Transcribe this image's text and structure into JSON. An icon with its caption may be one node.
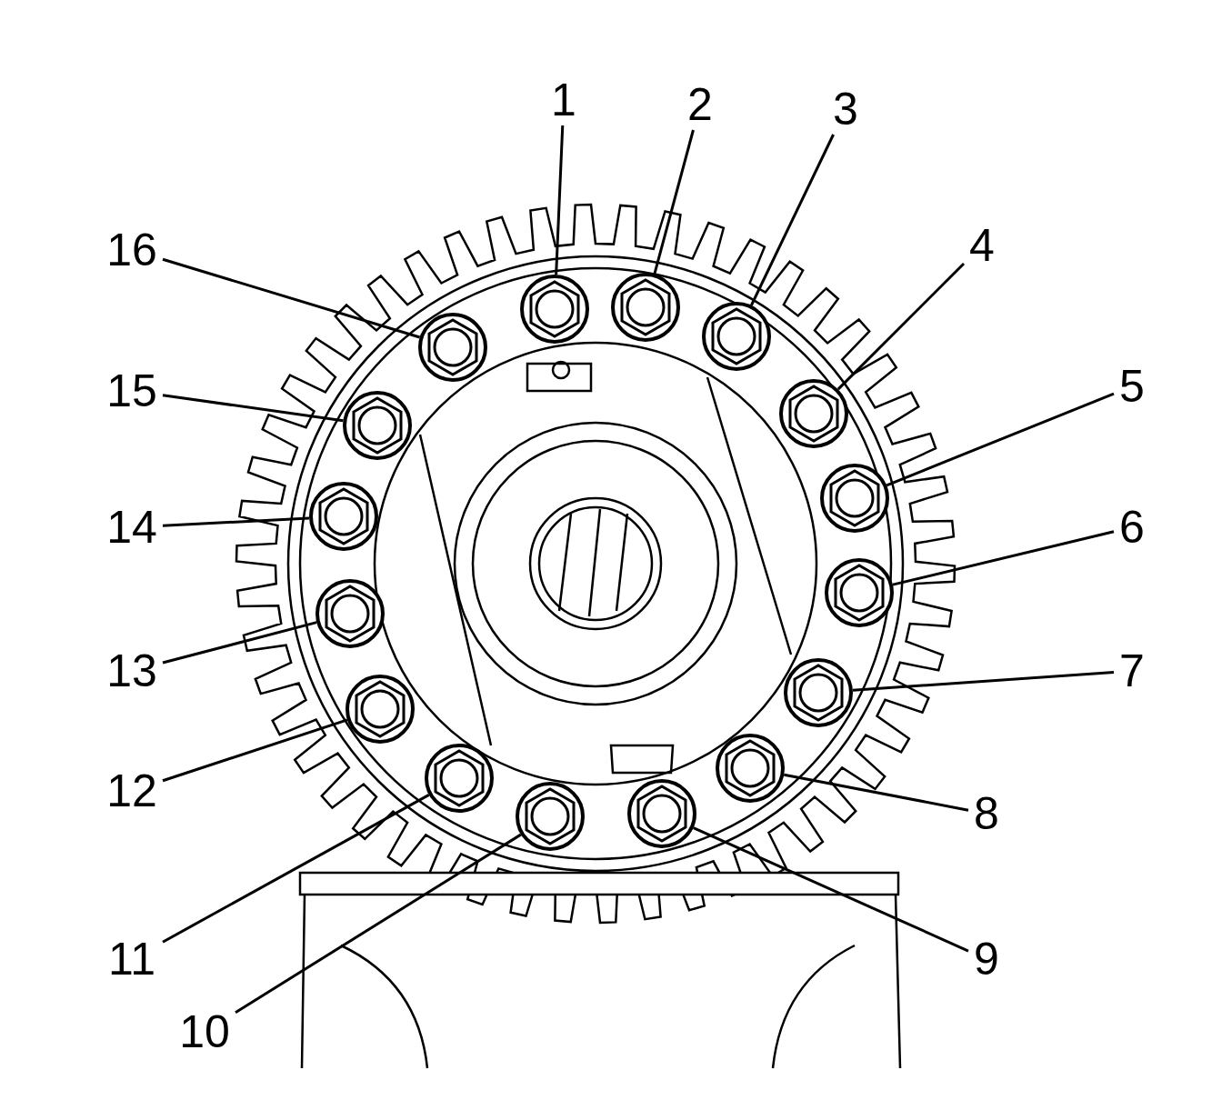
{
  "diagram": {
    "nodes": [
      {
        "text": [
          "1"
        ]
      },
      {
        "text": [
          "2"
        ]
      },
      {
        "text": [
          "3"
        ]
      },
      {
        "text": [
          "4"
        ]
      },
      {
        "text": [
          "5"
        ]
      },
      {
        "text": [
          "6"
        ]
      },
      {
        "text": [
          "7"
        ]
      },
      {
        "text": [
          "8"
        ]
      },
      {
        "text": [
          "9"
        ]
      },
      {
        "text": [
          "10"
        ]
      },
      {
        "text": [
          "11"
        ]
      },
      {
        "text": [
          "12"
        ]
      },
      {
        "text": [
          "13"
        ]
      },
      {
        "text": [
          "14"
        ]
      },
      {
        "text": [
          "15"
        ]
      },
      {
        "text": [
          "16"
        ]
      },
      {
        "text": [],
        "shape": "circle"
      },
      {
        "text": [],
        "shape": "circle"
      },
      {
        "text": [],
        "shape": "circle"
      },
      {
        "text": [],
        "shape": "circle"
      },
      {
        "text": [],
        "shape": "circle"
      },
      {
        "text": [],
        "shape": "circle"
      },
      {
        "text": [],
        "shape": "circle"
      },
      {
        "text": [],
        "shape": "circle"
      },
      {
        "text": [],
        "shape": "circle"
      },
      {
        "text": [],
        "shape": "circle"
      },
      {
        "text": [],
        "shape": "circle"
      },
      {
        "text": [],
        "shape": "circle"
      },
      {
        "text": [],
        "shape": "circle"
      },
      {
        "text": [],
        "shape": "circle"
      },
      {
        "text": [],
        "shape": "circle"
      },
      {
        "text": [],
        "shape": "circle"
      }
    ],
    "edges": [
      {
        "from": 0,
        "to": 16,
        "arrow": "none"
      },
      {
        "from": 1,
        "to": 17,
        "arrow": "none"
      },
      {
        "from": 2,
        "to": 18,
        "arrow": "none"
      },
      {
        "from": 3,
        "to": 19,
        "arrow": "none"
      },
      {
        "from": 4,
        "to": 20,
        "arrow": "none"
      },
      {
        "from": 5,
        "to": 21,
        "arrow": "none"
      },
      {
        "from": 6,
        "to": 22,
        "arrow": "none"
      },
      {
        "from": 7,
        "to": 23,
        "arrow": "none"
      },
      {
        "from": 8,
        "to": 24,
        "arrow": "none"
      },
      {
        "from": 9,
        "to": 25,
        "arrow": "none"
      },
      {
        "from": 10,
        "to": 26,
        "arrow": "none"
      },
      {
        "from": 11,
        "to": 27,
        "arrow": "none"
      },
      {
        "from": 12,
        "to": 28,
        "arrow": "none"
      },
      {
        "from": 13,
        "to": 29,
        "arrow": "none"
      },
      {
        "from": 14,
        "to": 30,
        "arrow": "none"
      },
      {
        "from": 15,
        "to": 31,
        "arrow": "none"
      }
    ]
  }
}
